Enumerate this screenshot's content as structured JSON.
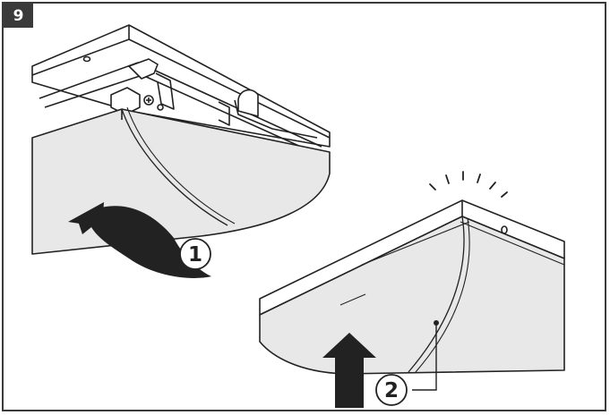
{
  "step": {
    "number": "9"
  },
  "callouts": [
    {
      "id": "1",
      "label": "1"
    },
    {
      "id": "2",
      "label": "2"
    }
  ],
  "colors": {
    "frame": "#3a3a3a",
    "diffuser": "#e8e8e8",
    "outline": "#222222",
    "arrow": "#222222",
    "background": "#ffffff"
  }
}
